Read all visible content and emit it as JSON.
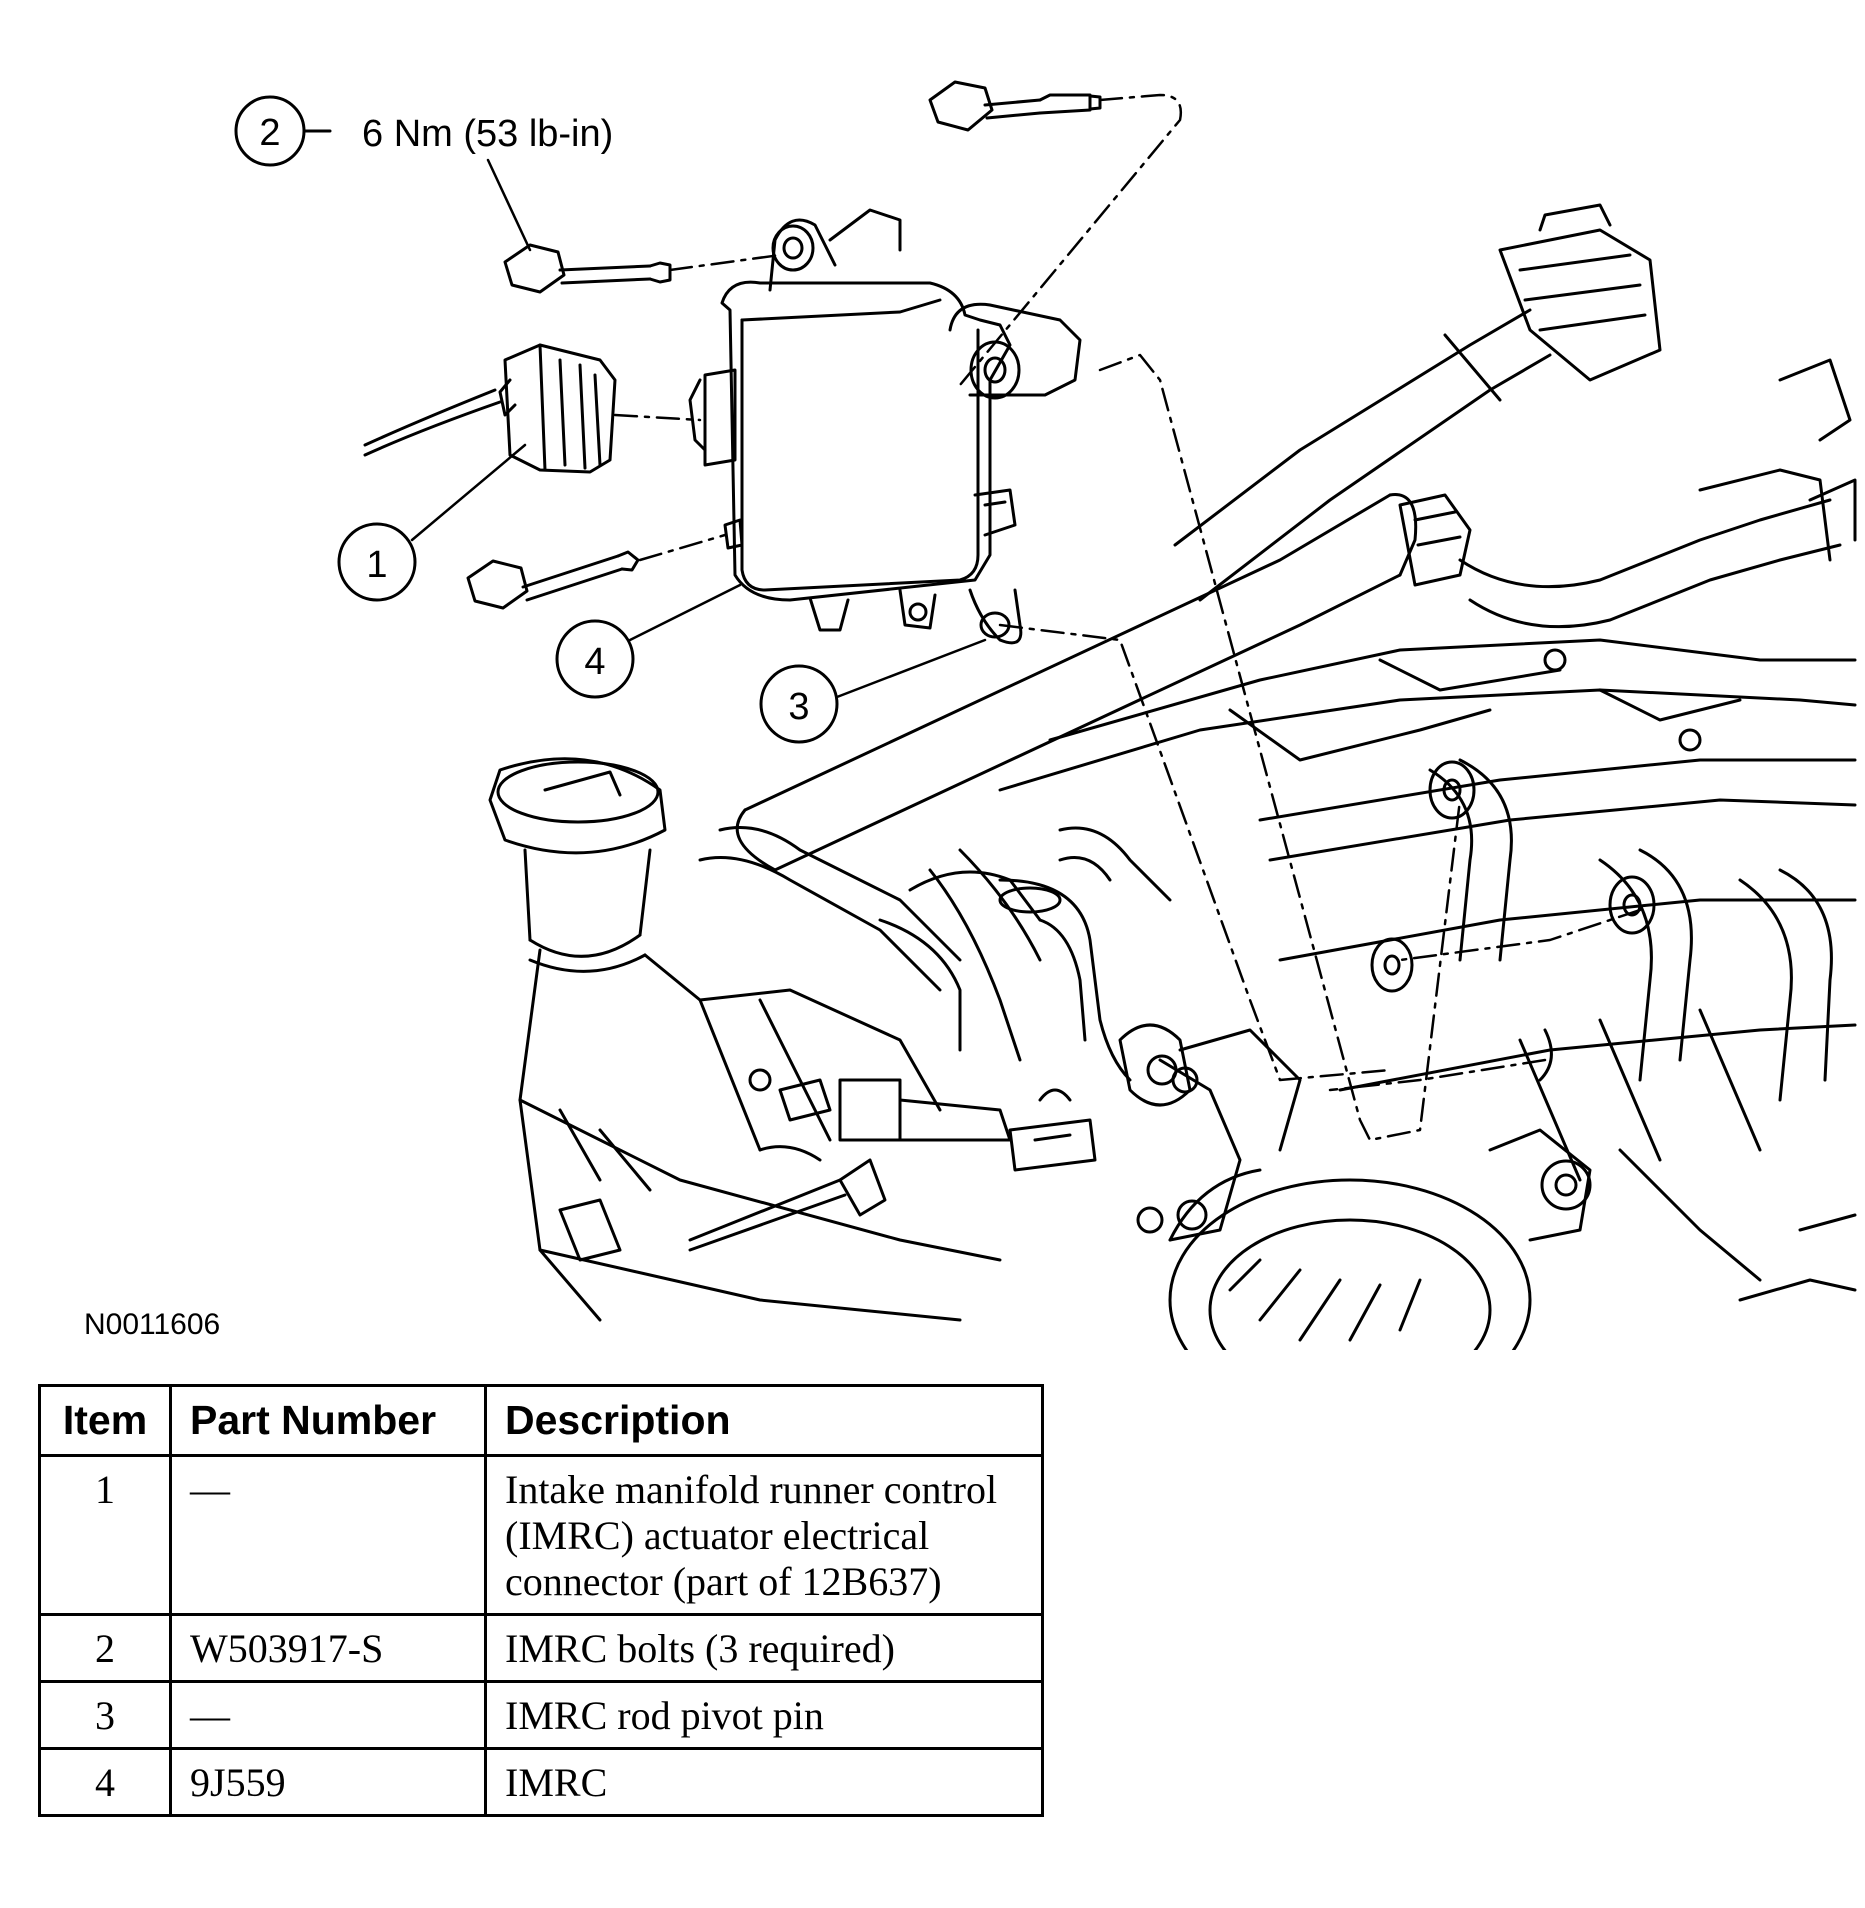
{
  "figure": {
    "torque_spec": "6 Nm (53 lb-in)",
    "callouts": [
      "1",
      "2",
      "3",
      "4"
    ],
    "reference_code": "N0011606"
  },
  "legend": {
    "headers": [
      "Item",
      "Part Number",
      "Description"
    ],
    "rows": [
      {
        "item": "1",
        "part": "—",
        "description": "Intake manifold runner control (IMRC) actuator electrical connector (part of 12B637)"
      },
      {
        "item": "2",
        "part": "W503917-S",
        "description": "IMRC bolts (3 required)"
      },
      {
        "item": "3",
        "part": "—",
        "description": "IMRC rod pivot pin"
      },
      {
        "item": "4",
        "part": "9J559",
        "description": "IMRC"
      }
    ]
  }
}
